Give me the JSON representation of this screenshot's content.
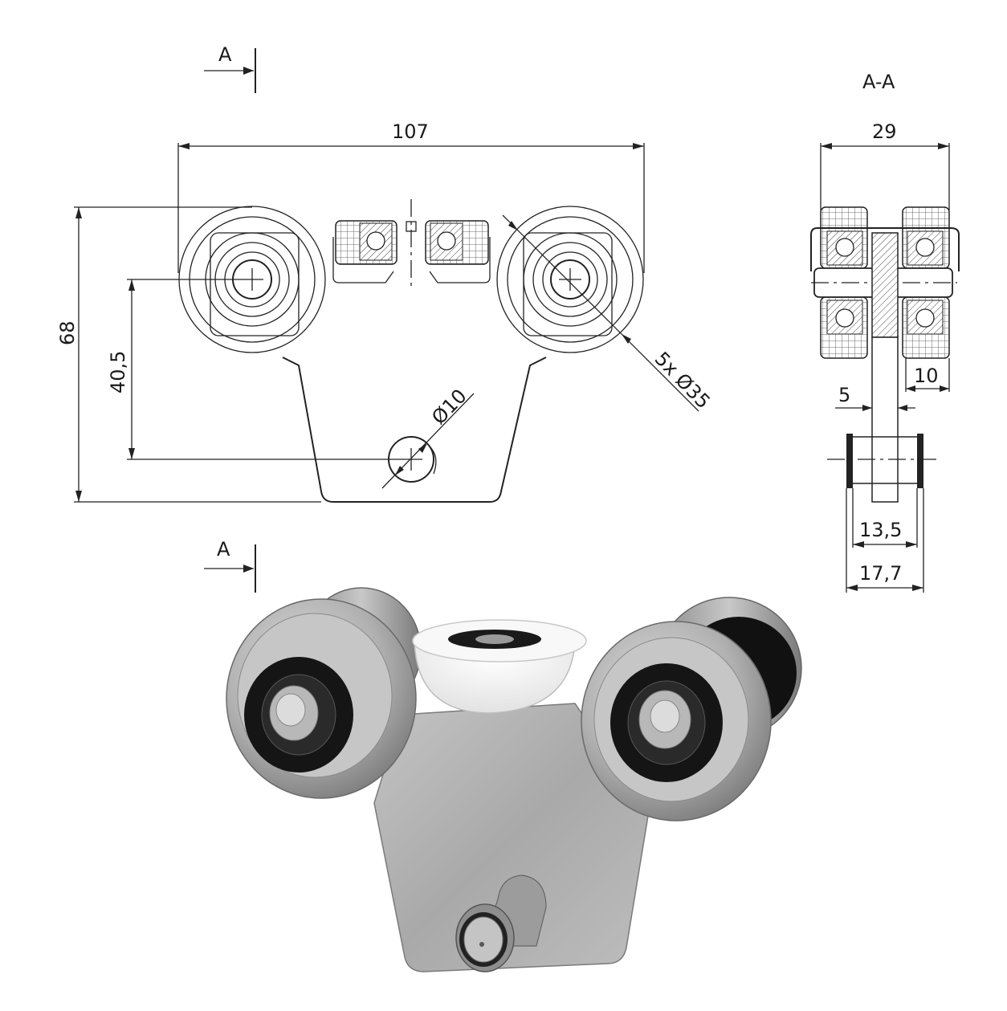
{
  "drawing": {
    "section_marker_top": "A",
    "section_marker_bottom": "A",
    "section_view_title": "A-A",
    "front_view": {
      "width_label": "107",
      "height_label": "68",
      "axis_height_label": "40,5",
      "pin_diameter_label": "Ø10",
      "wheel_diameter_label": "5x Ø35"
    },
    "section_view": {
      "total_width_label": "29",
      "wheel_width_label": "10",
      "plate_thickness_label": "5",
      "pin_inner_label": "13,5",
      "pin_outer_label": "17,7"
    }
  },
  "colors": {
    "line": "#222222",
    "steel": "#b8b8b8",
    "nylon": "#f4f4f4",
    "bearing": "#1c1c1c"
  }
}
